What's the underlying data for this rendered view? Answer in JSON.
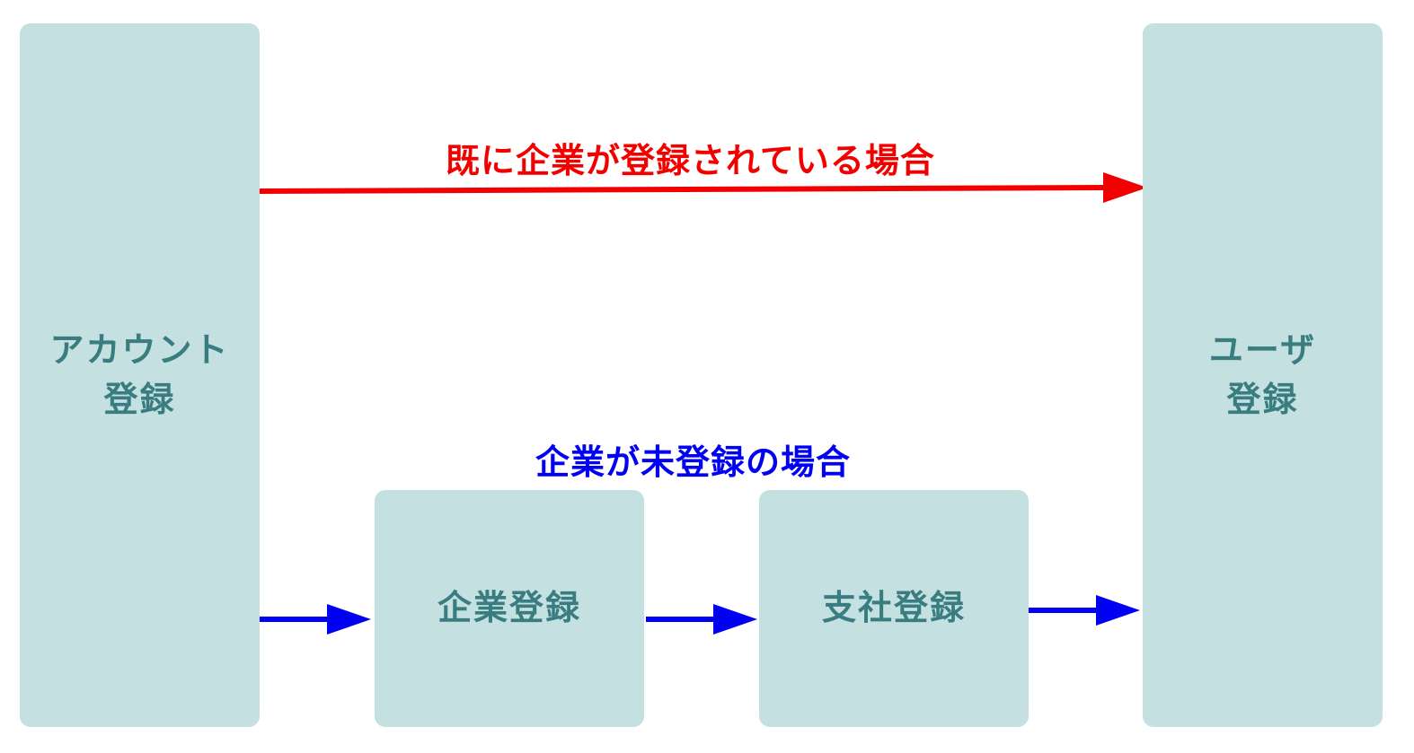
{
  "nodes": {
    "account": {
      "line1": "アカウント",
      "line2": "登録"
    },
    "user": {
      "line1": "ユーザ",
      "line2": "登録"
    },
    "company": {
      "label": "企業登録"
    },
    "branch": {
      "label": "支社登録"
    }
  },
  "labels": {
    "existing": "既に企業が登録されている場合",
    "unregistered": "企業が未登録の場合"
  },
  "colors": {
    "box_fill": "#c5e0e1",
    "box_text": "#3a7d80",
    "existing_path": "#f20000",
    "unregistered_path": "#0000f2"
  }
}
